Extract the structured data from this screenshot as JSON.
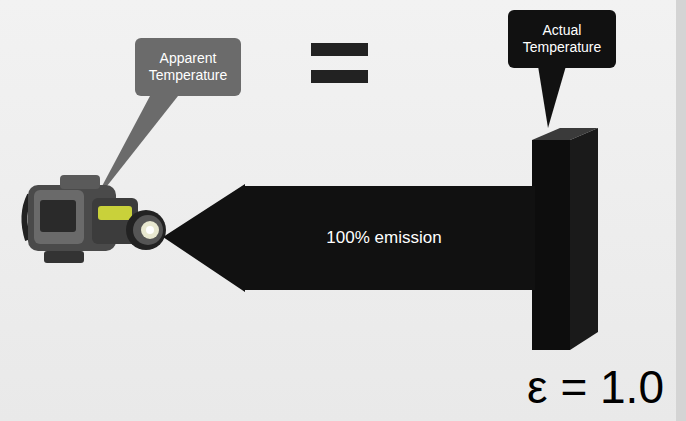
{
  "diagram": {
    "nodes": [
      {
        "text": [
          "Apparent Temperature"
        ]
      },
      {
        "text": [
          "Actual Temperature"
        ]
      },
      {
        "text": [
          "100% emission"
        ]
      }
    ],
    "labels": [
      "ε = 1.0"
    ]
  }
}
